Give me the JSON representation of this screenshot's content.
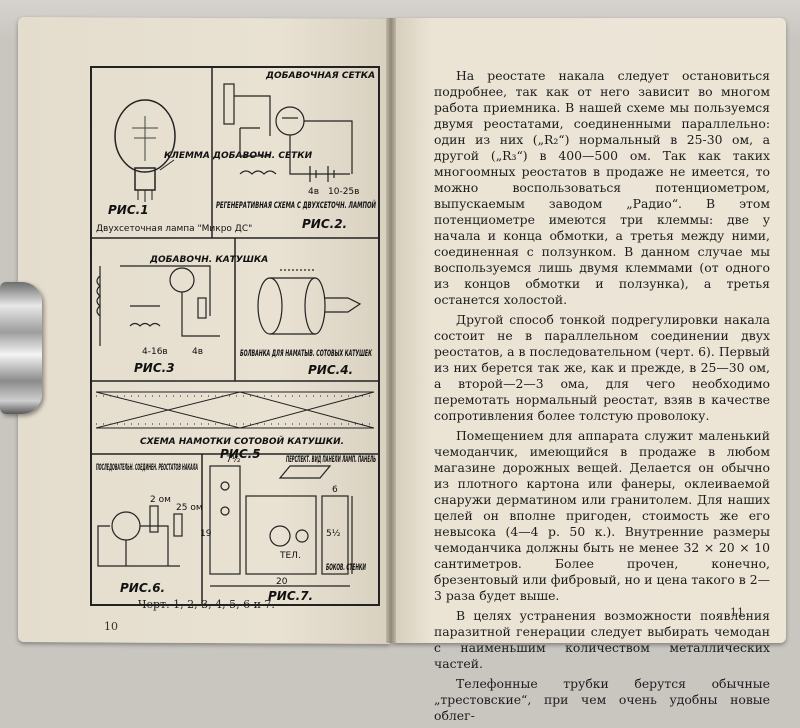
{
  "left_page": {
    "page_number": "10",
    "caption": "Черт. 1, 2, 3, 4, 5, 6 и 7.",
    "figure": {
      "fig1": {
        "label": "РИС.1",
        "note": "КЛЕММА ДОБАВОЧН. СЕТКИ",
        "desc": "Двухсеточная лампа \"Микро ДС\""
      },
      "fig2": {
        "label": "РИС.2.",
        "note": "ДОБАВОЧНАЯ СЕТКА",
        "desc": "РЕГЕНЕРАТИВНАЯ СХЕМА С ДВУХСЕТОЧН. ЛАМПОЙ",
        "battery": "4в",
        "battery2": "10-25в"
      },
      "fig3": {
        "label": "РИС.3",
        "note": "ДОБАВОЧН. КАТУШКА",
        "battery": "4-16в",
        "battery2": "4в"
      },
      "fig4": {
        "label": "РИС.4.",
        "desc": "БОЛВАНКА ДЛЯ НАМАТЫВ. СОТОВЫХ КАТУШЕК"
      },
      "fig5": {
        "label": "РИС.5",
        "desc": "СХЕМА НАМОТКИ СОТОВОЙ КАТУШКИ."
      },
      "fig6": {
        "label": "РИС.6.",
        "note": "ПОСЛЕДОВАТЕЛЬН. СОЕДИНЕН. РЕОСТАТОВ НАКАЛА",
        "value": "2 ом",
        "value2": "25 ом"
      },
      "fig7": {
        "label": "РИС.7.",
        "note": "ПЕРСПЕКТ. ВИД ПАНЕЛИ ЛАМП. ПАНЕЛЬ",
        "side": "БОКОВ. СТЕНКИ",
        "tel": "ТЕЛ.",
        "d1": "7½",
        "d2": "19",
        "d3": "20",
        "d4": "6",
        "d5": "5½"
      }
    }
  },
  "right_page": {
    "page_number": "11",
    "paragraphs": [
      "На реостате накала следует остановиться подробнее, так как от него зависит во многом работа приемника. В нашей схеме мы пользуемся двумя реостатами, соединенными параллельно: один из них („R₂“) нормальный в 25-30 ом, а другой („R₃“) в 400—500 ом. Так как таких многоомных реостатов в продаже не имеется, то можно воспользоваться потенциометром, выпускаемым заводом „Радио“. В этом потенциометре имеются три клеммы: две у начала и конца обмотки, а третья между ними, соединенная с ползунком. В данном случае мы воспользуемся лишь двумя клеммами (от одного из концов обмотки и ползунка), а третья останется холостой.",
      "Другой способ тонкой подрегулировки накала состоит не в параллельном соединении двух реостатов, а в последовательном (черт. 6). Первый из них берется так же, как и прежде, в 25—30 ом, а второй—2—3 ома, для чего необходимо перемотать нормальный реостат, взяв в качестве сопротивления более толстую проволоку.",
      "Помещением для аппарата служит маленький чемоданчик, имеющийся в продаже в любом магазине дорожных вещей. Делается он обычно из плотного картона или фанеры, оклеиваемой снаружи дерматином или гранитолем. Для наших целей он вполне пригоден, стоимость же его невысока (4—4 р. 50 к.). Внутренние размеры чемоданчика должны быть не менее 32 × 20 × 10 сантиметров. Более прочен, конечно, брезентовый или фибровый, но и цена такого в 2—3 раза будет выше.",
      "В целях устранения возможности появления паразитной генерации следует выбирать чемодан с наименьшим количеством металлических частей.",
      "Телефонные трубки берутся обычные „трестовские“, при чем очень удобны новые облег-"
    ]
  }
}
